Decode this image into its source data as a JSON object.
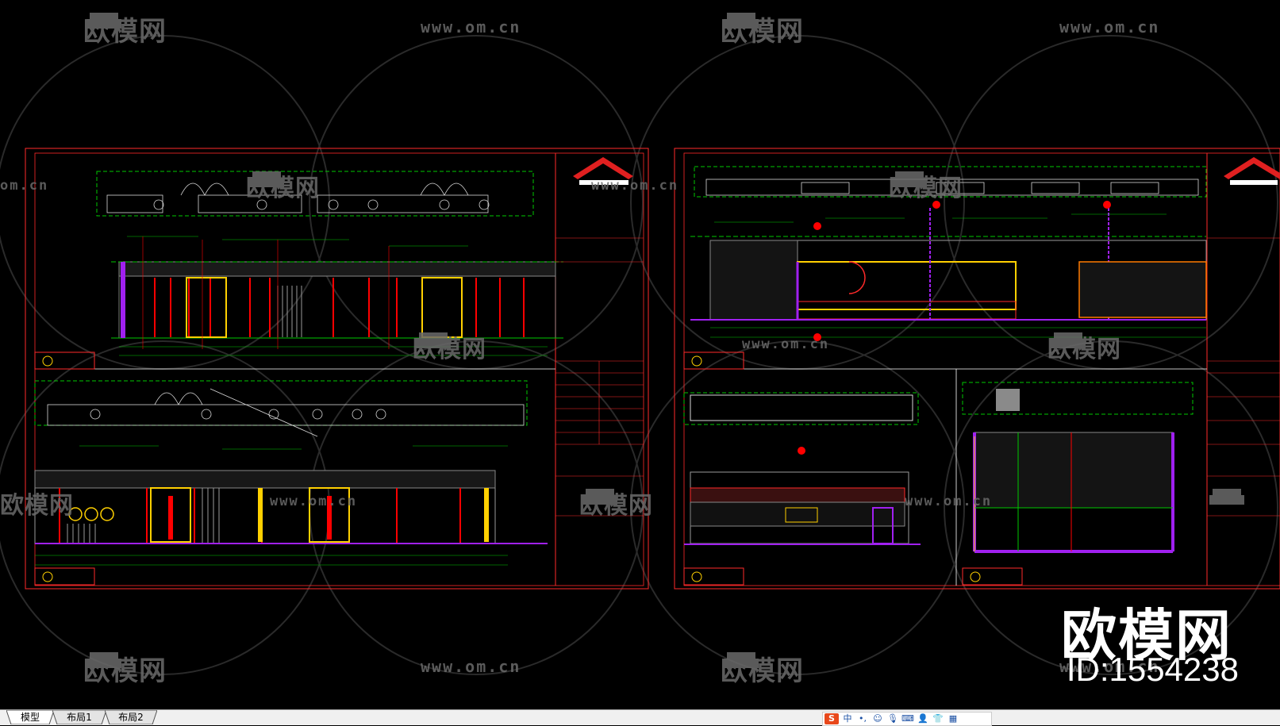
{
  "watermark": {
    "brand": "欧模网",
    "url": "www.om.cn",
    "url_partial": "om.cn",
    "brand_partial": "欧模网"
  },
  "overlay": {
    "brand_large": "欧模网",
    "id_label": "ID:1554238"
  },
  "tabs": [
    {
      "label": "模型",
      "active": true
    },
    {
      "label": "布局1",
      "active": false
    },
    {
      "label": "布局2",
      "active": false
    }
  ],
  "ime": {
    "logo": "S",
    "lang": "中",
    "icons": [
      "punctuation-icon",
      "emoji-icon",
      "microphone-icon",
      "keyboard-icon",
      "user-icon",
      "shirt-icon",
      "toolbox-icon"
    ]
  },
  "colors": {
    "background": "#000000",
    "frame": "#ff2a2a",
    "wall": "#ff0000",
    "dim": "#00c800",
    "accent_yellow": "#ffd000",
    "purple": "#a020f0",
    "text_white": "#ffffff",
    "watermark": "#6a6a6a"
  }
}
